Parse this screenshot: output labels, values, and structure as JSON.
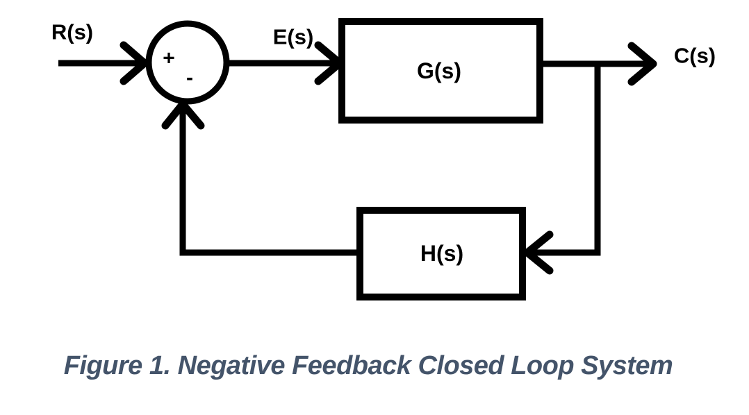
{
  "diagram": {
    "input_label": "R(s)",
    "error_label": "E(s)",
    "output_label": "C(s)",
    "forward_block_label": "G(s)",
    "feedback_block_label": "H(s)",
    "summing_plus": "+",
    "summing_minus": "-",
    "colors": {
      "line": "#000000",
      "block_fill": "#ffffff",
      "background": "#ffffff",
      "caption_text": "#44546A"
    }
  },
  "caption": "Figure 1. Negative Feedback Closed Loop System"
}
